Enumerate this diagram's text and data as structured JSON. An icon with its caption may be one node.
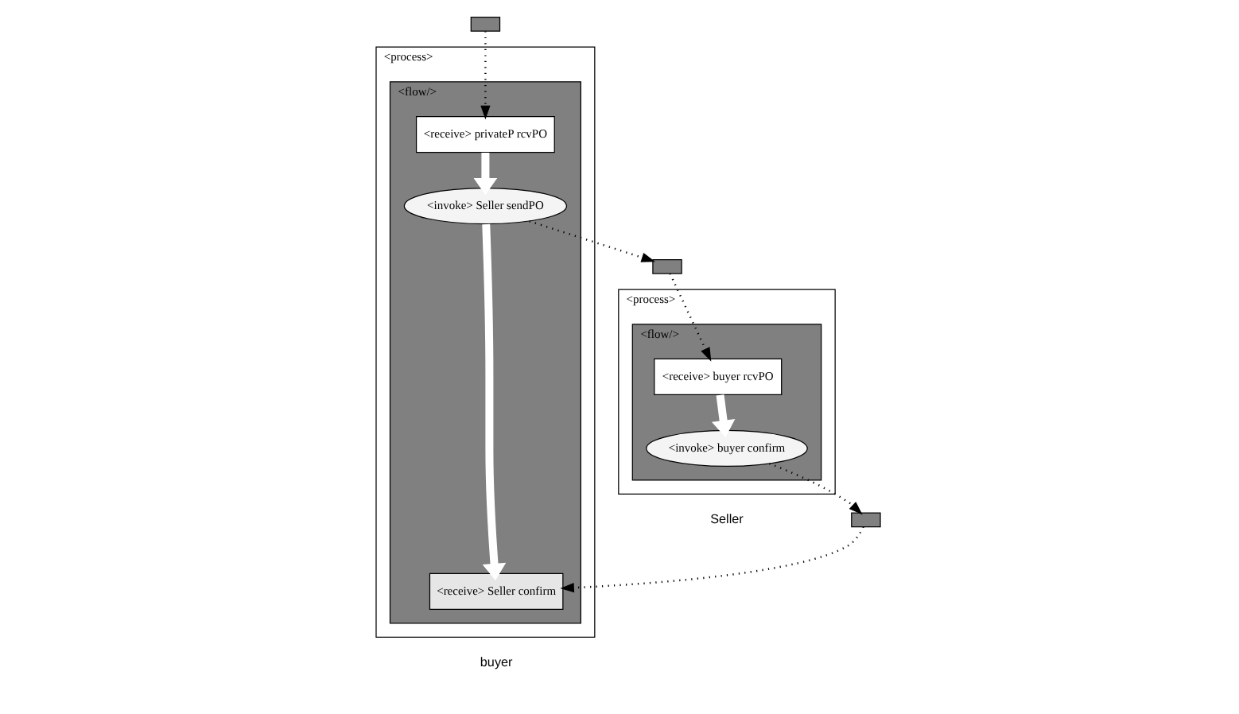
{
  "diagram": {
    "nodes": [
      {
        "text": [
          "<process>"
        ]
      },
      {
        "text": [
          "<flow/>"
        ],
        "in": 0
      },
      {
        "text": [
          "<receive> privateP rcvPO"
        ],
        "in": 1
      },
      {
        "text": [
          "<invoke> Seller sendPO"
        ],
        "in": 1
      },
      {
        "text": [
          "<receive> Seller confirm"
        ],
        "in": 1
      },
      {
        "text": [],
        "shape": "box"
      },
      {
        "text": [
          "<process>"
        ]
      },
      {
        "text": [
          "<flow/>"
        ],
        "in": 6
      },
      {
        "text": [
          "<receive> buyer rcvPO"
        ],
        "in": 7
      },
      {
        "text": [
          "<invoke> buyer confirm"
        ],
        "in": 7
      },
      {
        "text": [],
        "shape": "box"
      },
      {
        "text": [],
        "shape": "box"
      }
    ],
    "edges": [
      {
        "from": 5,
        "to": 2,
        "arrow": "to",
        "style": "dashed"
      },
      {
        "from": 2,
        "to": 3,
        "arrow": "to",
        "style": "thick",
        "color": "#ffffff"
      },
      {
        "from": 3,
        "to": 4,
        "arrow": "to",
        "style": "thick",
        "color": "#ffffff"
      },
      {
        "from": 3,
        "to": 10,
        "arrow": "to",
        "style": "dashed"
      },
      {
        "from": 10,
        "to": 8,
        "arrow": "to",
        "style": "dashed"
      },
      {
        "from": 8,
        "to": 9,
        "arrow": "to",
        "style": "thick",
        "color": "#ffffff"
      },
      {
        "from": 9,
        "to": 11,
        "arrow": "to",
        "style": "dashed"
      },
      {
        "from": 11,
        "to": 4,
        "arrow": "to",
        "style": "dashed"
      }
    ],
    "labels": [
      "Seller",
      "buyer"
    ]
  }
}
